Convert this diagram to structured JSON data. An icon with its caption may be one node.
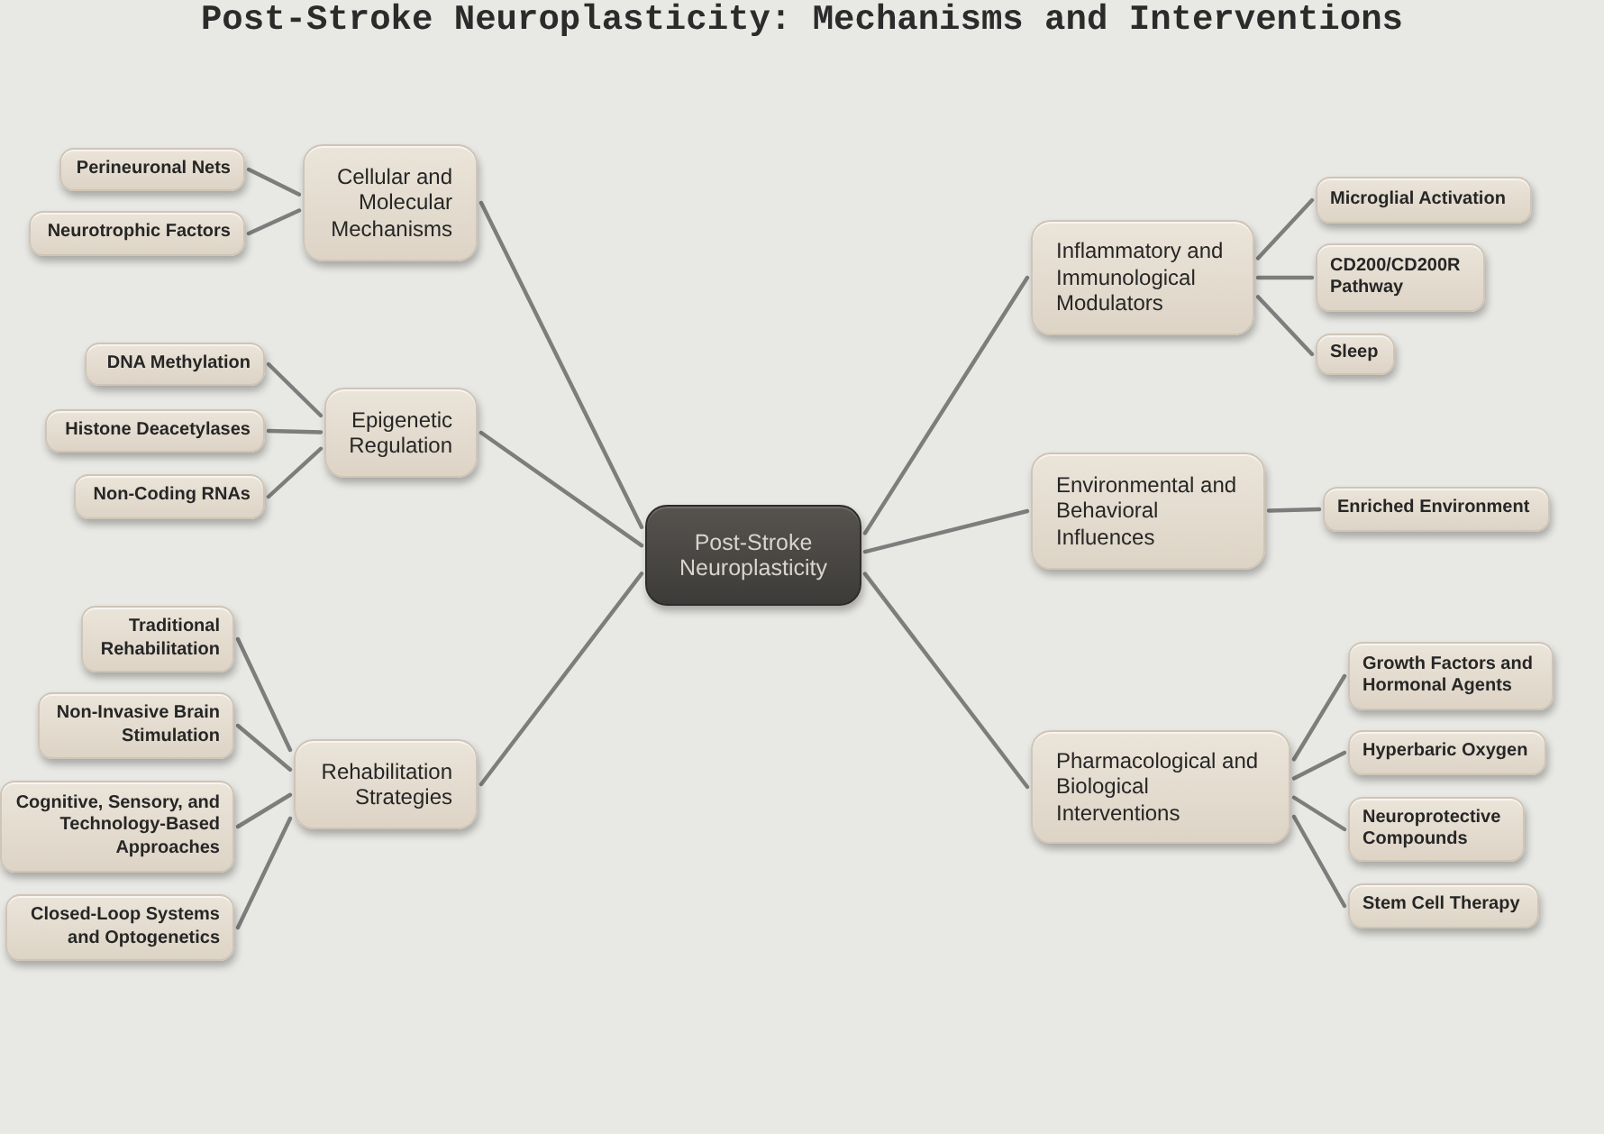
{
  "diagram": {
    "title": "Post-Stroke Neuroplasticity: Mechanisms and Interventions",
    "nodes": [
      {
        "text": [
          "Post-Stroke Neuroplasticity"
        ]
      },
      {
        "text": [
          "Cellular and Molecular Mechanisms"
        ]
      },
      {
        "text": [
          "Perineuronal Nets"
        ]
      },
      {
        "text": [
          "Neurotrophic Factors"
        ]
      },
      {
        "text": [
          "Epigenetic Regulation"
        ]
      },
      {
        "text": [
          "DNA Methylation"
        ]
      },
      {
        "text": [
          "Histone Deacetylases"
        ]
      },
      {
        "text": [
          "Non-Coding RNAs"
        ]
      },
      {
        "text": [
          "Rehabilitation Strategies"
        ]
      },
      {
        "text": [
          "Traditional Rehabilitation"
        ]
      },
      {
        "text": [
          "Non-Invasive Brain Stimulation"
        ]
      },
      {
        "text": [
          "Cognitive, Sensory, and Technology-Based Approaches"
        ]
      },
      {
        "text": [
          "Closed-Loop Systems and Optogenetics"
        ]
      },
      {
        "text": [
          "Inflammatory and Immunological Modulators"
        ]
      },
      {
        "text": [
          "Microglial Activation"
        ]
      },
      {
        "text": [
          "CD200/CD200R Pathway"
        ]
      },
      {
        "text": [
          "Sleep"
        ]
      },
      {
        "text": [
          "Environmental and Behavioral Influences"
        ]
      },
      {
        "text": [
          "Enriched Environment"
        ]
      },
      {
        "text": [
          "Pharmacological and Biological Interventions"
        ]
      },
      {
        "text": [
          "Growth Factors and Hormonal Agents"
        ]
      },
      {
        "text": [
          "Hyperbaric Oxygen"
        ]
      },
      {
        "text": [
          "Neuroprotective Compounds"
        ]
      },
      {
        "text": [
          "Stem Cell Therapy"
        ]
      }
    ],
    "edges": [
      {
        "from": 0,
        "to": 1,
        "arrow": "none"
      },
      {
        "from": 1,
        "to": 2,
        "arrow": "none"
      },
      {
        "from": 1,
        "to": 3,
        "arrow": "none"
      },
      {
        "from": 0,
        "to": 4,
        "arrow": "none"
      },
      {
        "from": 4,
        "to": 5,
        "arrow": "none"
      },
      {
        "from": 4,
        "to": 6,
        "arrow": "none"
      },
      {
        "from": 4,
        "to": 7,
        "arrow": "none"
      },
      {
        "from": 0,
        "to": 8,
        "arrow": "none"
      },
      {
        "from": 8,
        "to": 9,
        "arrow": "none"
      },
      {
        "from": 8,
        "to": 10,
        "arrow": "none"
      },
      {
        "from": 8,
        "to": 11,
        "arrow": "none"
      },
      {
        "from": 8,
        "to": 12,
        "arrow": "none"
      },
      {
        "from": 0,
        "to": 13,
        "arrow": "none"
      },
      {
        "from": 13,
        "to": 14,
        "arrow": "none"
      },
      {
        "from": 13,
        "to": 15,
        "arrow": "none"
      },
      {
        "from": 13,
        "to": 16,
        "arrow": "none"
      },
      {
        "from": 0,
        "to": 17,
        "arrow": "none"
      },
      {
        "from": 17,
        "to": 18,
        "arrow": "none"
      },
      {
        "from": 0,
        "to": 19,
        "arrow": "none"
      },
      {
        "from": 19,
        "to": 20,
        "arrow": "none"
      },
      {
        "from": 19,
        "to": 21,
        "arrow": "none"
      },
      {
        "from": 19,
        "to": 22,
        "arrow": "none"
      },
      {
        "from": 19,
        "to": 23,
        "arrow": "none"
      }
    ]
  }
}
